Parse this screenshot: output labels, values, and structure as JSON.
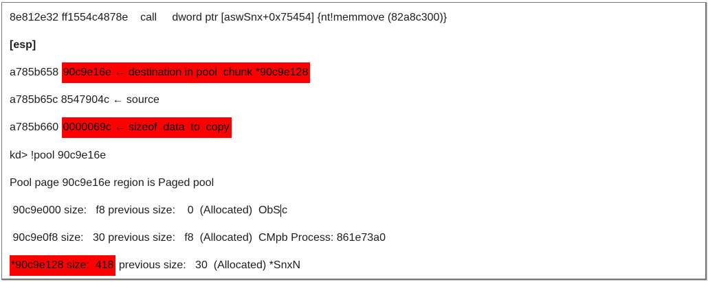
{
  "theme": {
    "page-bg": "#ffffff",
    "border-color": "#787878",
    "text-color": "#1c1c1c",
    "highlight-color": "#fe0000",
    "highlight-text": "#000000"
  },
  "document": {
    "call_instruction": "8e812e32 ff1554c4878e    call     dword ptr [aswSnx+0x75454] {nt!memmove (82a8c300)}",
    "esp_header": "[esp]",
    "stack_destination": {
      "prefix": "a785b658 ",
      "highlight": "90c9e16e ← destination in pool  chunk *90c9e128"
    },
    "stack_source": "a785b65c 8547904c ← source",
    "stack_size": {
      "prefix": "a785b660 ",
      "highlight": "0000069c ← sizeof  data  to  copy"
    },
    "kd_command": "kd> !pool 90c9e16e",
    "pool_page_info": "Pool page 90c9e16e region is Paged pool",
    "pool_entry_1": {
      "before_caret": " 90c9e000 size:   f8 previous size:    0  (Allocated)  ObS",
      "after_caret": "c"
    },
    "pool_entry_2": " 90c9e0f8 size:   30 previous size:   f8  (Allocated)  CMpb Process: 861e73a0",
    "pool_entry_3": {
      "highlight": "*90c9e128 size:  418",
      "suffix": " previous size:   30  (Allocated) *SnxN"
    }
  }
}
